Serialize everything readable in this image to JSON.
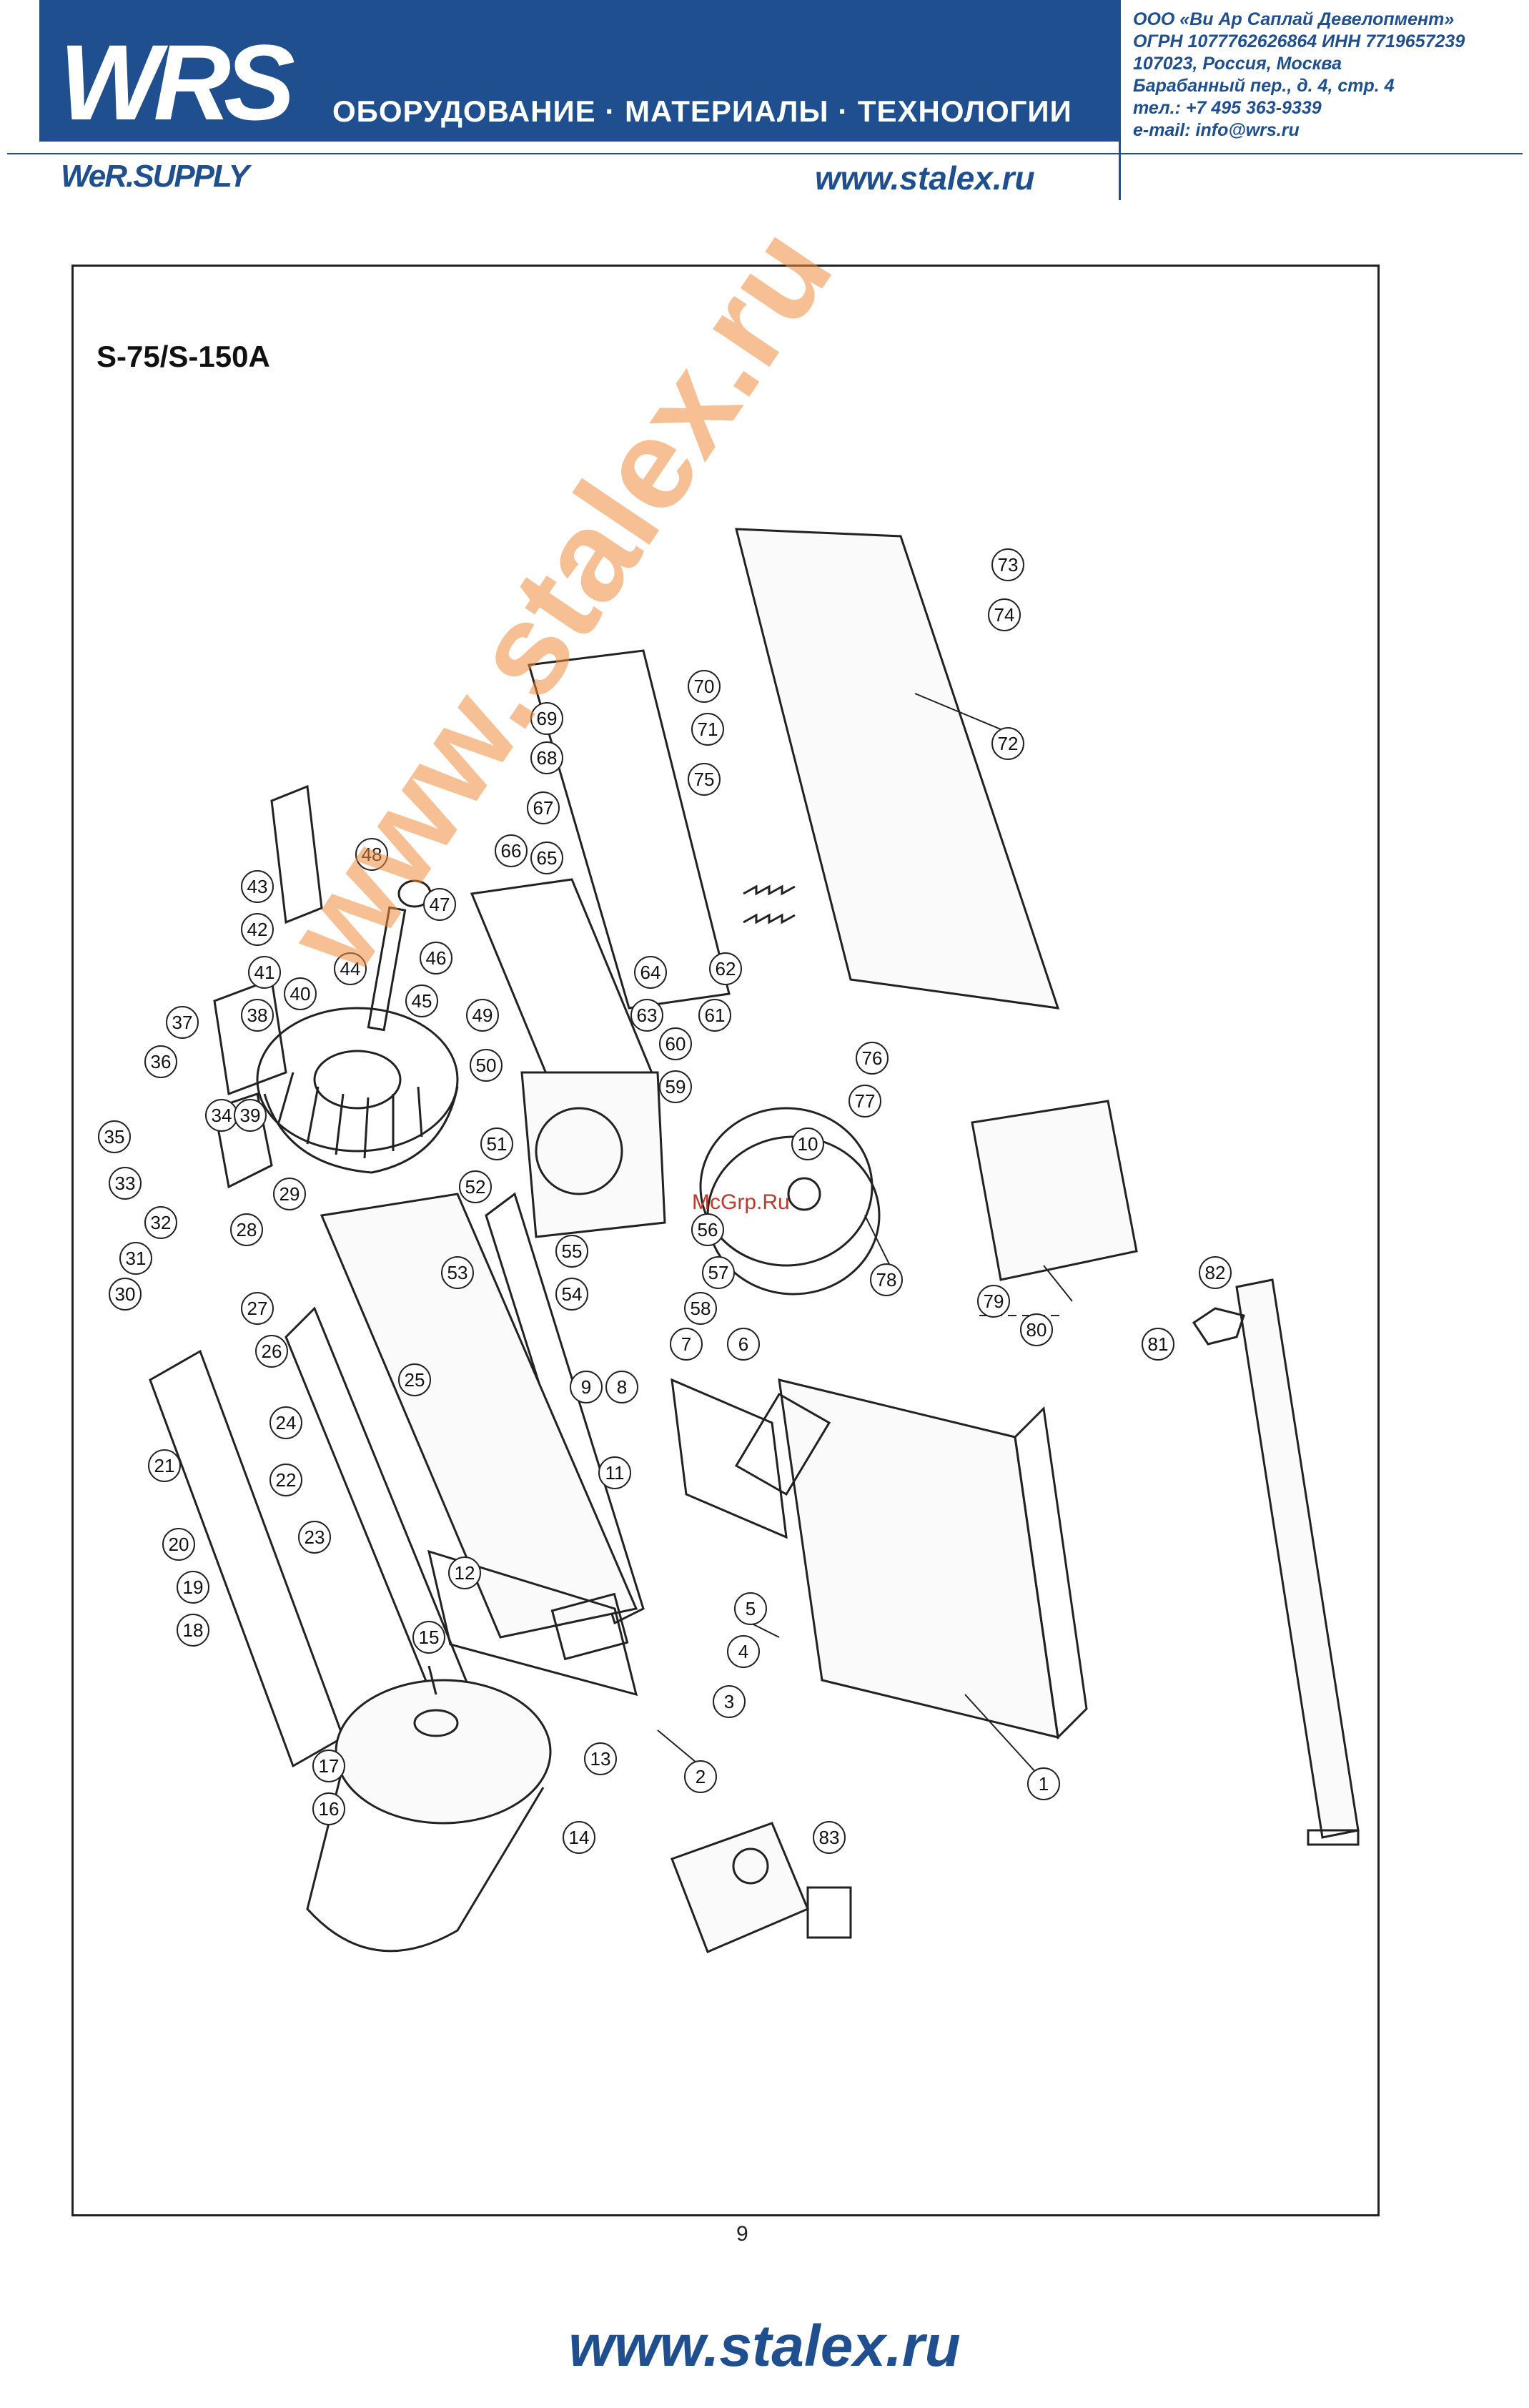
{
  "header": {
    "logo": "WRS",
    "tagline": "ОБОРУДОВАНИЕ · МАТЕРИАЛЫ · ТЕХНОЛОГИИ",
    "subbrand": "WeR.SUPPLY",
    "url": "www.stalex.ru",
    "company_lines": [
      "ООО «Ви Ар Саплай Девелопмент»",
      "ОГРН 1077762626864 ИНН 7719657239",
      "107023, Россия, Москва",
      "Барабанный пер., д. 4, стр. 4",
      "тел.: +7 495 363-9339",
      "e-mail: info@wrs.ru"
    ],
    "brand_color": "#1f4f8f"
  },
  "drawing": {
    "model_title": "S-75/S-150A",
    "page_number": "9",
    "part_numbers": [
      "1",
      "2",
      "3",
      "4",
      "5",
      "6",
      "7",
      "8",
      "9",
      "10",
      "11",
      "12",
      "13",
      "14",
      "15",
      "16",
      "17",
      "18",
      "19",
      "20",
      "21",
      "22",
      "23",
      "24",
      "25",
      "26",
      "27",
      "28",
      "29",
      "30",
      "31",
      "32",
      "33",
      "34",
      "35",
      "36",
      "37",
      "38",
      "39",
      "40",
      "41",
      "42",
      "43",
      "44",
      "45",
      "46",
      "47",
      "48",
      "49",
      "50",
      "51",
      "52",
      "53",
      "54",
      "55",
      "56",
      "57",
      "58",
      "59",
      "60",
      "61",
      "62",
      "63",
      "64",
      "65",
      "66",
      "67",
      "68",
      "69",
      "70",
      "71",
      "72",
      "73",
      "74",
      "75",
      "76",
      "77",
      "78",
      "79",
      "80",
      "81",
      "82",
      "83"
    ]
  },
  "watermarks": {
    "main": "www.stalex.ru",
    "mcgrp": "McGrp.Ru",
    "color": "#f08c3c"
  },
  "footer": {
    "url": "www.stalex.ru"
  }
}
